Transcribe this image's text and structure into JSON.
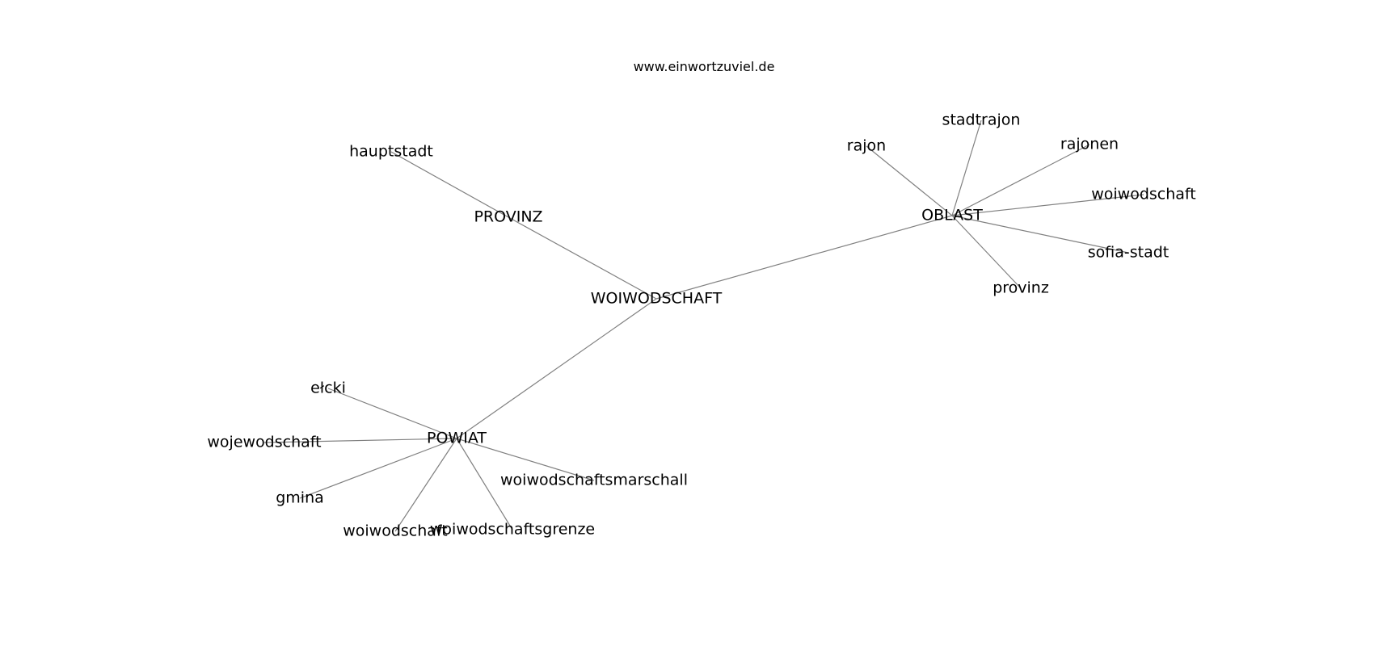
{
  "site": "www.einwortzuviel.de",
  "graph": {
    "nodes": [
      {
        "id": "woiwodschaft_center",
        "label": "WOIWODSCHAFT"
      },
      {
        "id": "provinz_hub",
        "label": "PROVINZ"
      },
      {
        "id": "oblast",
        "label": "OBLAST"
      },
      {
        "id": "powiat",
        "label": "POWIAT"
      },
      {
        "id": "hauptstadt",
        "label": "hauptstadt"
      },
      {
        "id": "rajon",
        "label": "rajon"
      },
      {
        "id": "stadtrajon",
        "label": "stadtrajon"
      },
      {
        "id": "rajonen",
        "label": "rajonen"
      },
      {
        "id": "woiwodschaft_oblast",
        "label": "woiwodschaft"
      },
      {
        "id": "sofia_stadt",
        "label": "sofia-stadt"
      },
      {
        "id": "provinz_leaf",
        "label": "provinz"
      },
      {
        "id": "elcki",
        "label": "ełcki"
      },
      {
        "id": "wojewodschaft",
        "label": "wojewodschaft"
      },
      {
        "id": "gmina",
        "label": "gmina"
      },
      {
        "id": "woiwodschaft_powiat",
        "label": "woiwodschaft"
      },
      {
        "id": "woiwodschaftsgrenze",
        "label": "woiwodschaftsgrenze"
      },
      {
        "id": "woiwodschaftsmarschall",
        "label": "woiwodschaftsmarschall"
      }
    ],
    "edges": [
      [
        "woiwodschaft_center",
        "provinz_hub"
      ],
      [
        "provinz_hub",
        "hauptstadt"
      ],
      [
        "woiwodschaft_center",
        "oblast"
      ],
      [
        "woiwodschaft_center",
        "powiat"
      ],
      [
        "oblast",
        "rajon"
      ],
      [
        "oblast",
        "stadtrajon"
      ],
      [
        "oblast",
        "rajonen"
      ],
      [
        "oblast",
        "woiwodschaft_oblast"
      ],
      [
        "oblast",
        "sofia_stadt"
      ],
      [
        "oblast",
        "provinz_leaf"
      ],
      [
        "powiat",
        "elcki"
      ],
      [
        "powiat",
        "wojewodschaft"
      ],
      [
        "powiat",
        "gmina"
      ],
      [
        "powiat",
        "woiwodschaft_powiat"
      ],
      [
        "powiat",
        "woiwodschaftsgrenze"
      ],
      [
        "powiat",
        "woiwodschaftsmarschall"
      ]
    ]
  }
}
